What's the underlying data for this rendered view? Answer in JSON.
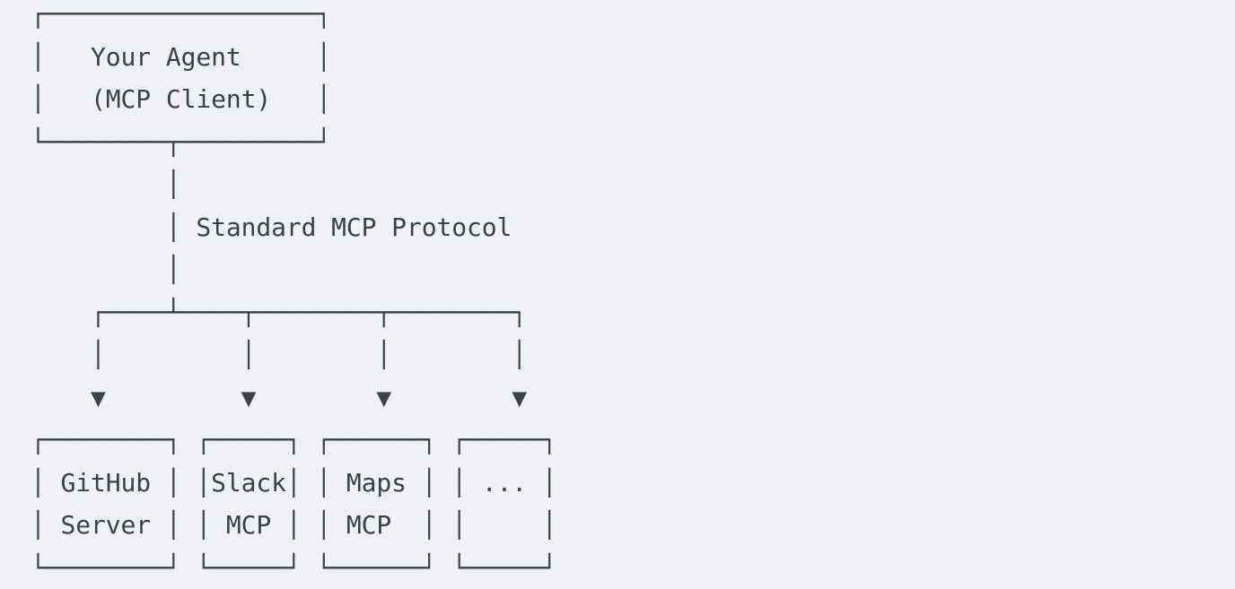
{
  "page": {
    "background": "#f0f1f4",
    "ink": "#3a414a"
  },
  "diagram": {
    "kind": "ascii-architecture-diagram",
    "lines": [
      "┌──────────────────┐",
      "│   Your Agent     │",
      "│   (MCP Client)   │",
      "└────────┬─────────┘",
      "         │",
      "         │ Standard MCP Protocol",
      "         │",
      "    ┌────┴────┬────────┬────────┐",
      "    │         │        │        │",
      "    ▼         ▼        ▼        ▼",
      "┌────────┐ ┌─────┐ ┌──────┐ ┌─────┐",
      "│ GitHub │ │Slack│ │ Maps │ │ ... │",
      "│ Server │ │ MCP │ │ MCP  │ │     │",
      "└────────┘ └─────┘ └──────┘ └─────┘"
    ],
    "labels": {
      "client_title": "Your Agent",
      "client_subtitle": "(MCP Client)",
      "connection_label": "Standard MCP Protocol",
      "arrow_glyph": "▼",
      "servers": [
        {
          "line1": "GitHub",
          "line2": "Server"
        },
        {
          "line1": "Slack",
          "line2": "MCP"
        },
        {
          "line1": "Maps",
          "line2": "MCP"
        },
        {
          "line1": "...",
          "line2": ""
        }
      ]
    }
  }
}
